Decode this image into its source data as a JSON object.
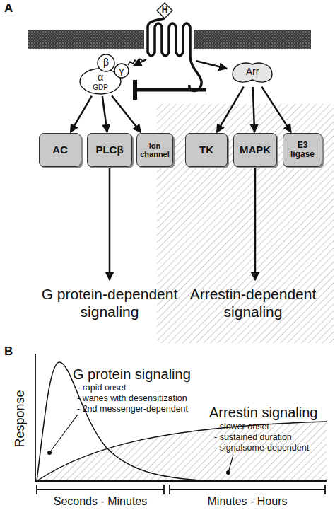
{
  "diagram": {
    "nodes": [
      {
        "text": [
          "H"
        ]
      },
      {
        "text": [
          "β"
        ]
      },
      {
        "text": [
          "γ"
        ]
      },
      {
        "text": [
          "α",
          "GDP"
        ]
      },
      {
        "text": [
          "Arr"
        ]
      },
      {
        "text": [
          "AC"
        ]
      },
      {
        "text": [
          "PLCβ"
        ]
      },
      {
        "text": [
          "ion channel"
        ]
      },
      {
        "text": [
          "TK"
        ]
      },
      {
        "text": [
          "MAPK"
        ]
      },
      {
        "text": [
          "E3 ligase"
        ]
      }
    ],
    "edges": [
      {
        "from": 3,
        "to": 5,
        "arrow": "to"
      },
      {
        "from": 3,
        "to": 6,
        "arrow": "to"
      },
      {
        "from": 3,
        "to": 7,
        "arrow": "to"
      },
      {
        "from": 4,
        "to": 8,
        "arrow": "to"
      },
      {
        "from": 4,
        "to": 9,
        "arrow": "to"
      },
      {
        "from": 4,
        "to": 10,
        "arrow": "to"
      }
    ],
    "labels": [
      "A",
      "G protein-dependent signaling",
      "Arrestin-dependent signaling",
      "B",
      "G protein signaling",
      "- rapid onset",
      "- wanes with desensitization",
      "- 2nd messenger-dependent",
      "Arrestin signaling",
      "- slower onset",
      "- sustained duration",
      "- signalsome-dependent",
      "Response",
      "Seconds - Minutes",
      "Minutes - Hours"
    ]
  }
}
